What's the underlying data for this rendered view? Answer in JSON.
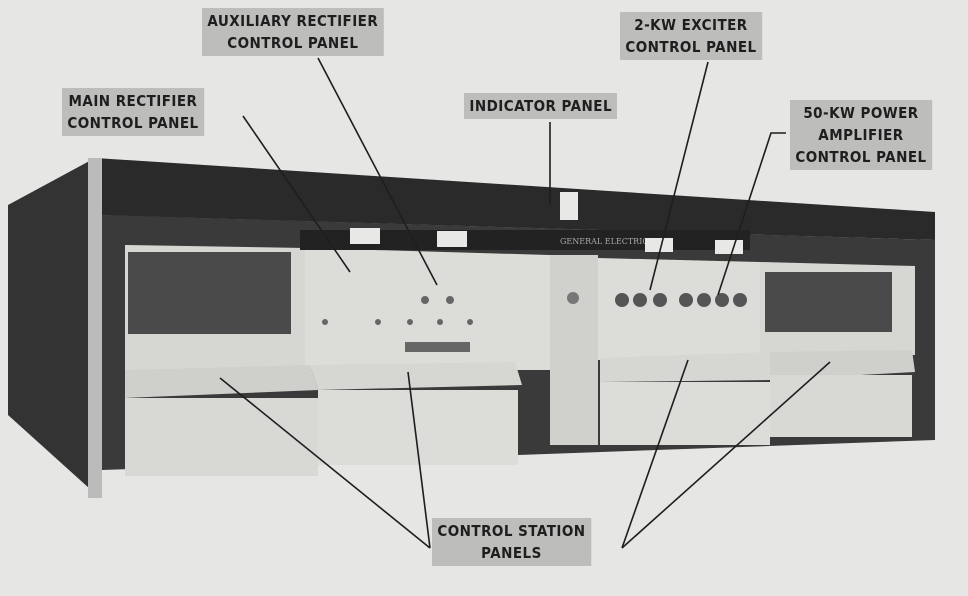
{
  "labels": {
    "aux_rectifier": [
      "AUXILIARY RECTIFIER",
      "CONTROL PANEL"
    ],
    "exciter": [
      "2-KW EXCITER",
      "CONTROL PANEL"
    ],
    "main_rectifier": [
      "MAIN RECTIFIER",
      "CONTROL PANEL"
    ],
    "indicator": [
      "INDICATOR PANEL"
    ],
    "power_amplifier": [
      "50-KW POWER",
      "AMPLIFIER",
      "CONTROL PANEL"
    ],
    "control_station": [
      "CONTROL STATION",
      "PANELS"
    ]
  },
  "nameplate": "GENERAL ELECTRIC",
  "colors": {
    "background": "#e6e6e4",
    "label_bg": "#bdbdbb",
    "console_dark": "#2b2b2b",
    "panel_cream": "#dcdcd8"
  }
}
